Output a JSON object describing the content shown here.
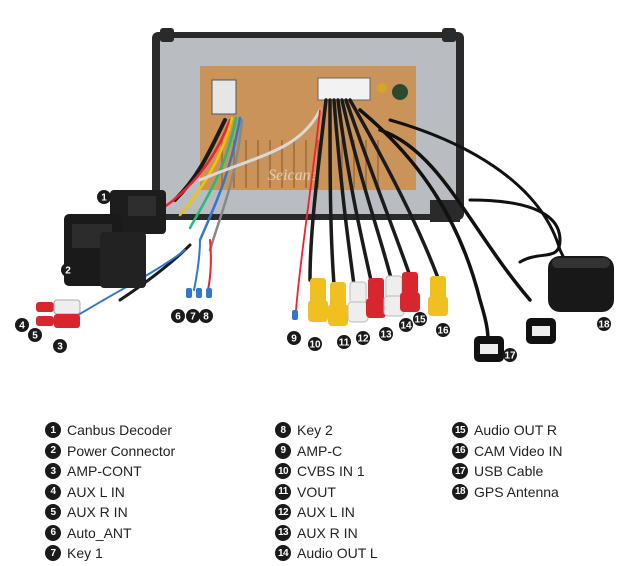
{
  "brand_watermark": "Seicane",
  "legend": [
    {
      "num": "1",
      "label": "Canbus Decoder"
    },
    {
      "num": "2",
      "label": "Power Connector"
    },
    {
      "num": "3",
      "label": "AMP-CONT"
    },
    {
      "num": "4",
      "label": "AUX L IN"
    },
    {
      "num": "5",
      "label": "AUX R IN"
    },
    {
      "num": "6",
      "label": "Auto_ANT"
    },
    {
      "num": "7",
      "label": "Key 1"
    },
    {
      "num": "8",
      "label": "Key 2"
    },
    {
      "num": "9",
      "label": "AMP-C"
    },
    {
      "num": "10",
      "label": "CVBS IN 1"
    },
    {
      "num": "11",
      "label": "VOUT"
    },
    {
      "num": "12",
      "label": "AUX L IN"
    },
    {
      "num": "13",
      "label": "AUX R IN"
    },
    {
      "num": "14",
      "label": "Audio OUT L"
    },
    {
      "num": "15",
      "label": "Audio OUT R"
    },
    {
      "num": "16",
      "label": "CAM Video IN"
    },
    {
      "num": "17",
      "label": "USB Cable"
    },
    {
      "num": "18",
      "label": "GPS Antenna"
    }
  ],
  "callouts": [
    "1",
    "2",
    "3",
    "4",
    "5",
    "6",
    "7",
    "8",
    "9",
    "10",
    "11",
    "12",
    "13",
    "14",
    "15",
    "16",
    "17",
    "18"
  ],
  "colors": {
    "panel": "#b9bcc0",
    "board": "#c9935a",
    "wire": "#1b1b1b",
    "rca_yellow": "#f0c020",
    "rca_red": "#d8262e",
    "rca_white": "#eeeeee",
    "badge": "#1a1a1a"
  }
}
